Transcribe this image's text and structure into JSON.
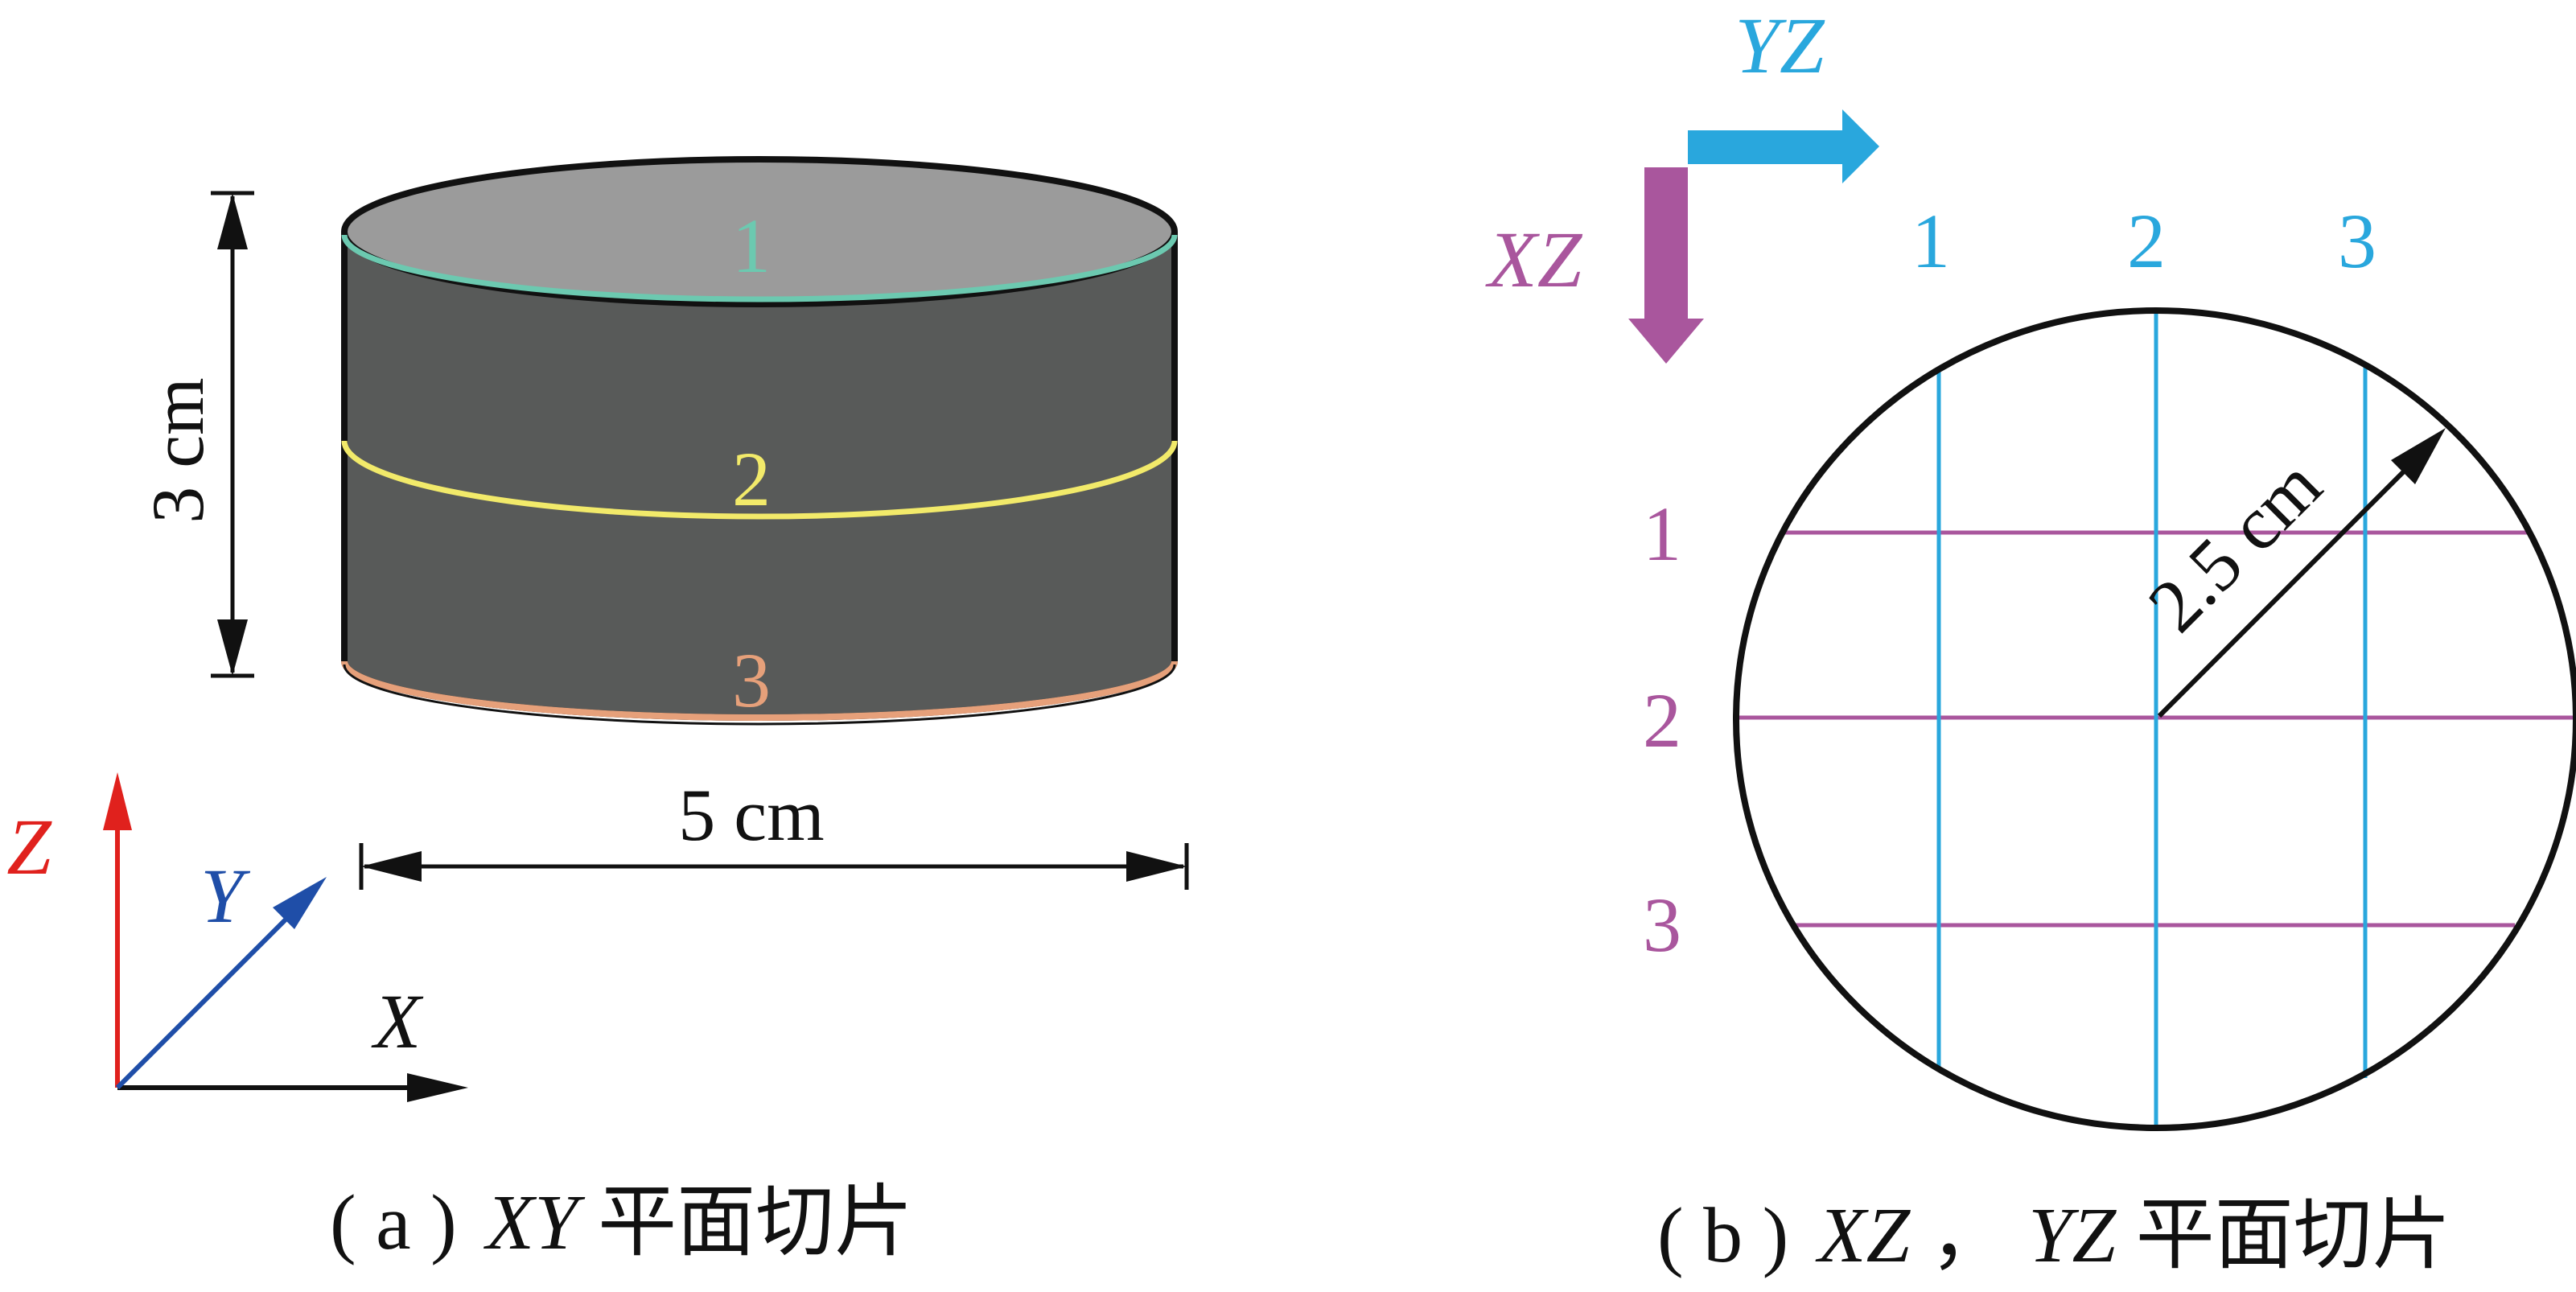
{
  "panel_a": {
    "layer_labels": [
      "1",
      "2",
      "3"
    ],
    "height_label": "3 cm",
    "width_label": "5 cm",
    "axes": {
      "z": "Z",
      "y": "Y",
      "x": "X"
    },
    "caption_prefix": "( a )",
    "caption_italic": "XY",
    "caption_suffix": "平面切片"
  },
  "panel_b": {
    "yz_arrow_label": "YZ",
    "xz_arrow_label": "XZ",
    "yz_slice_labels": [
      "1",
      "2",
      "3"
    ],
    "xz_slice_labels": [
      "1",
      "2",
      "3"
    ],
    "radius_label": "2.5 cm",
    "caption_prefix": "( b )",
    "caption_italic_1": "XZ",
    "caption_sep": "，",
    "caption_italic_2": "YZ",
    "caption_suffix": "平面切片"
  },
  "colors": {
    "layer1": "#6cc9b0",
    "layer2": "#f2ea6a",
    "layer3": "#e6a07a",
    "yz": "#29a7dd",
    "xz": "#a9569d",
    "z_axis": "#e0211d",
    "y_axis": "#1f4ea8",
    "cylinder_side": "#585a59",
    "cylinder_top": "#9b9b9b"
  }
}
